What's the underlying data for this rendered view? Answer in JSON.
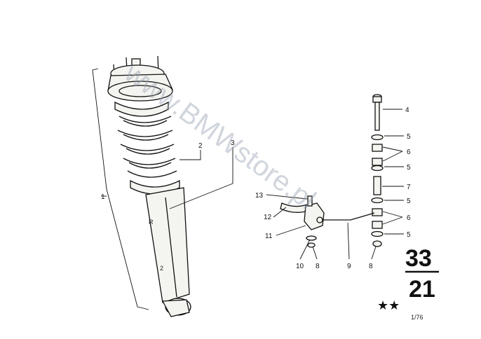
{
  "watermark": "www.BMWstore.pl",
  "group": {
    "main": "33",
    "sub": "21"
  },
  "stars": "★★",
  "reference": "1/76",
  "callouts": [
    "1",
    "2",
    "3",
    "4",
    "5",
    "5",
    "6",
    "5",
    "7",
    "5",
    "6",
    "5",
    "13",
    "12",
    "11",
    "10",
    "8",
    "9",
    "8"
  ]
}
